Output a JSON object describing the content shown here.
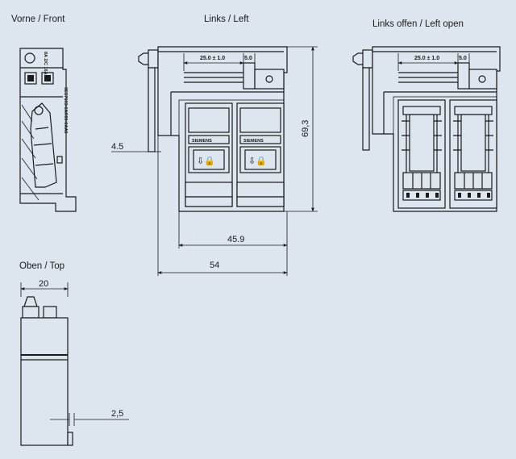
{
  "views": {
    "front": "Vorne / Front",
    "left": "Links / Left",
    "left_open": "Links offen / Left open",
    "top": "Oben / Top"
  },
  "dimensions": {
    "d_25": "25.0 ± 1.0",
    "d_5": "5.0",
    "d_69_3": "69,3",
    "d_4_5": "4.5",
    "d_45_9": "45.9",
    "d_54": "54",
    "d_20": "20",
    "d_2_5": "2,5"
  },
  "markings": {
    "rating": "8A 2/C 16A",
    "code": "6ES7193-6AR00-0AA0",
    "module": "SIEMENS"
  }
}
